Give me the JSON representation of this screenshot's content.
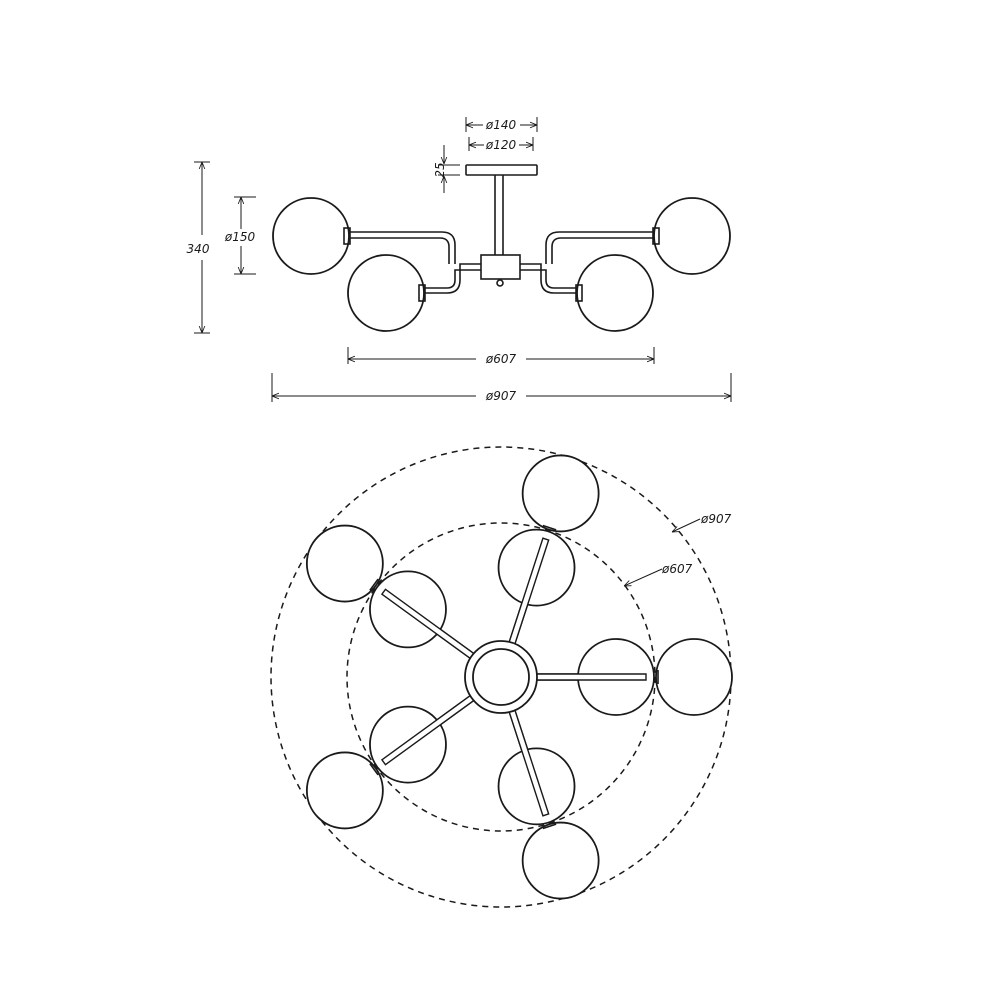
{
  "side_view": {
    "dim_canopy_outer": "ø140",
    "dim_canopy_inner": "ø120",
    "dim_canopy_height": "25",
    "dim_total_height": "340",
    "dim_globe": "ø150",
    "dim_inner_span": "ø607",
    "dim_outer_span": "ø907"
  },
  "top_view": {
    "dim_outer_circle": "ø907",
    "dim_inner_circle": "ø607",
    "arm_count": 5,
    "arm_angles_deg": [
      -72,
      0,
      72,
      144,
      216
    ]
  }
}
